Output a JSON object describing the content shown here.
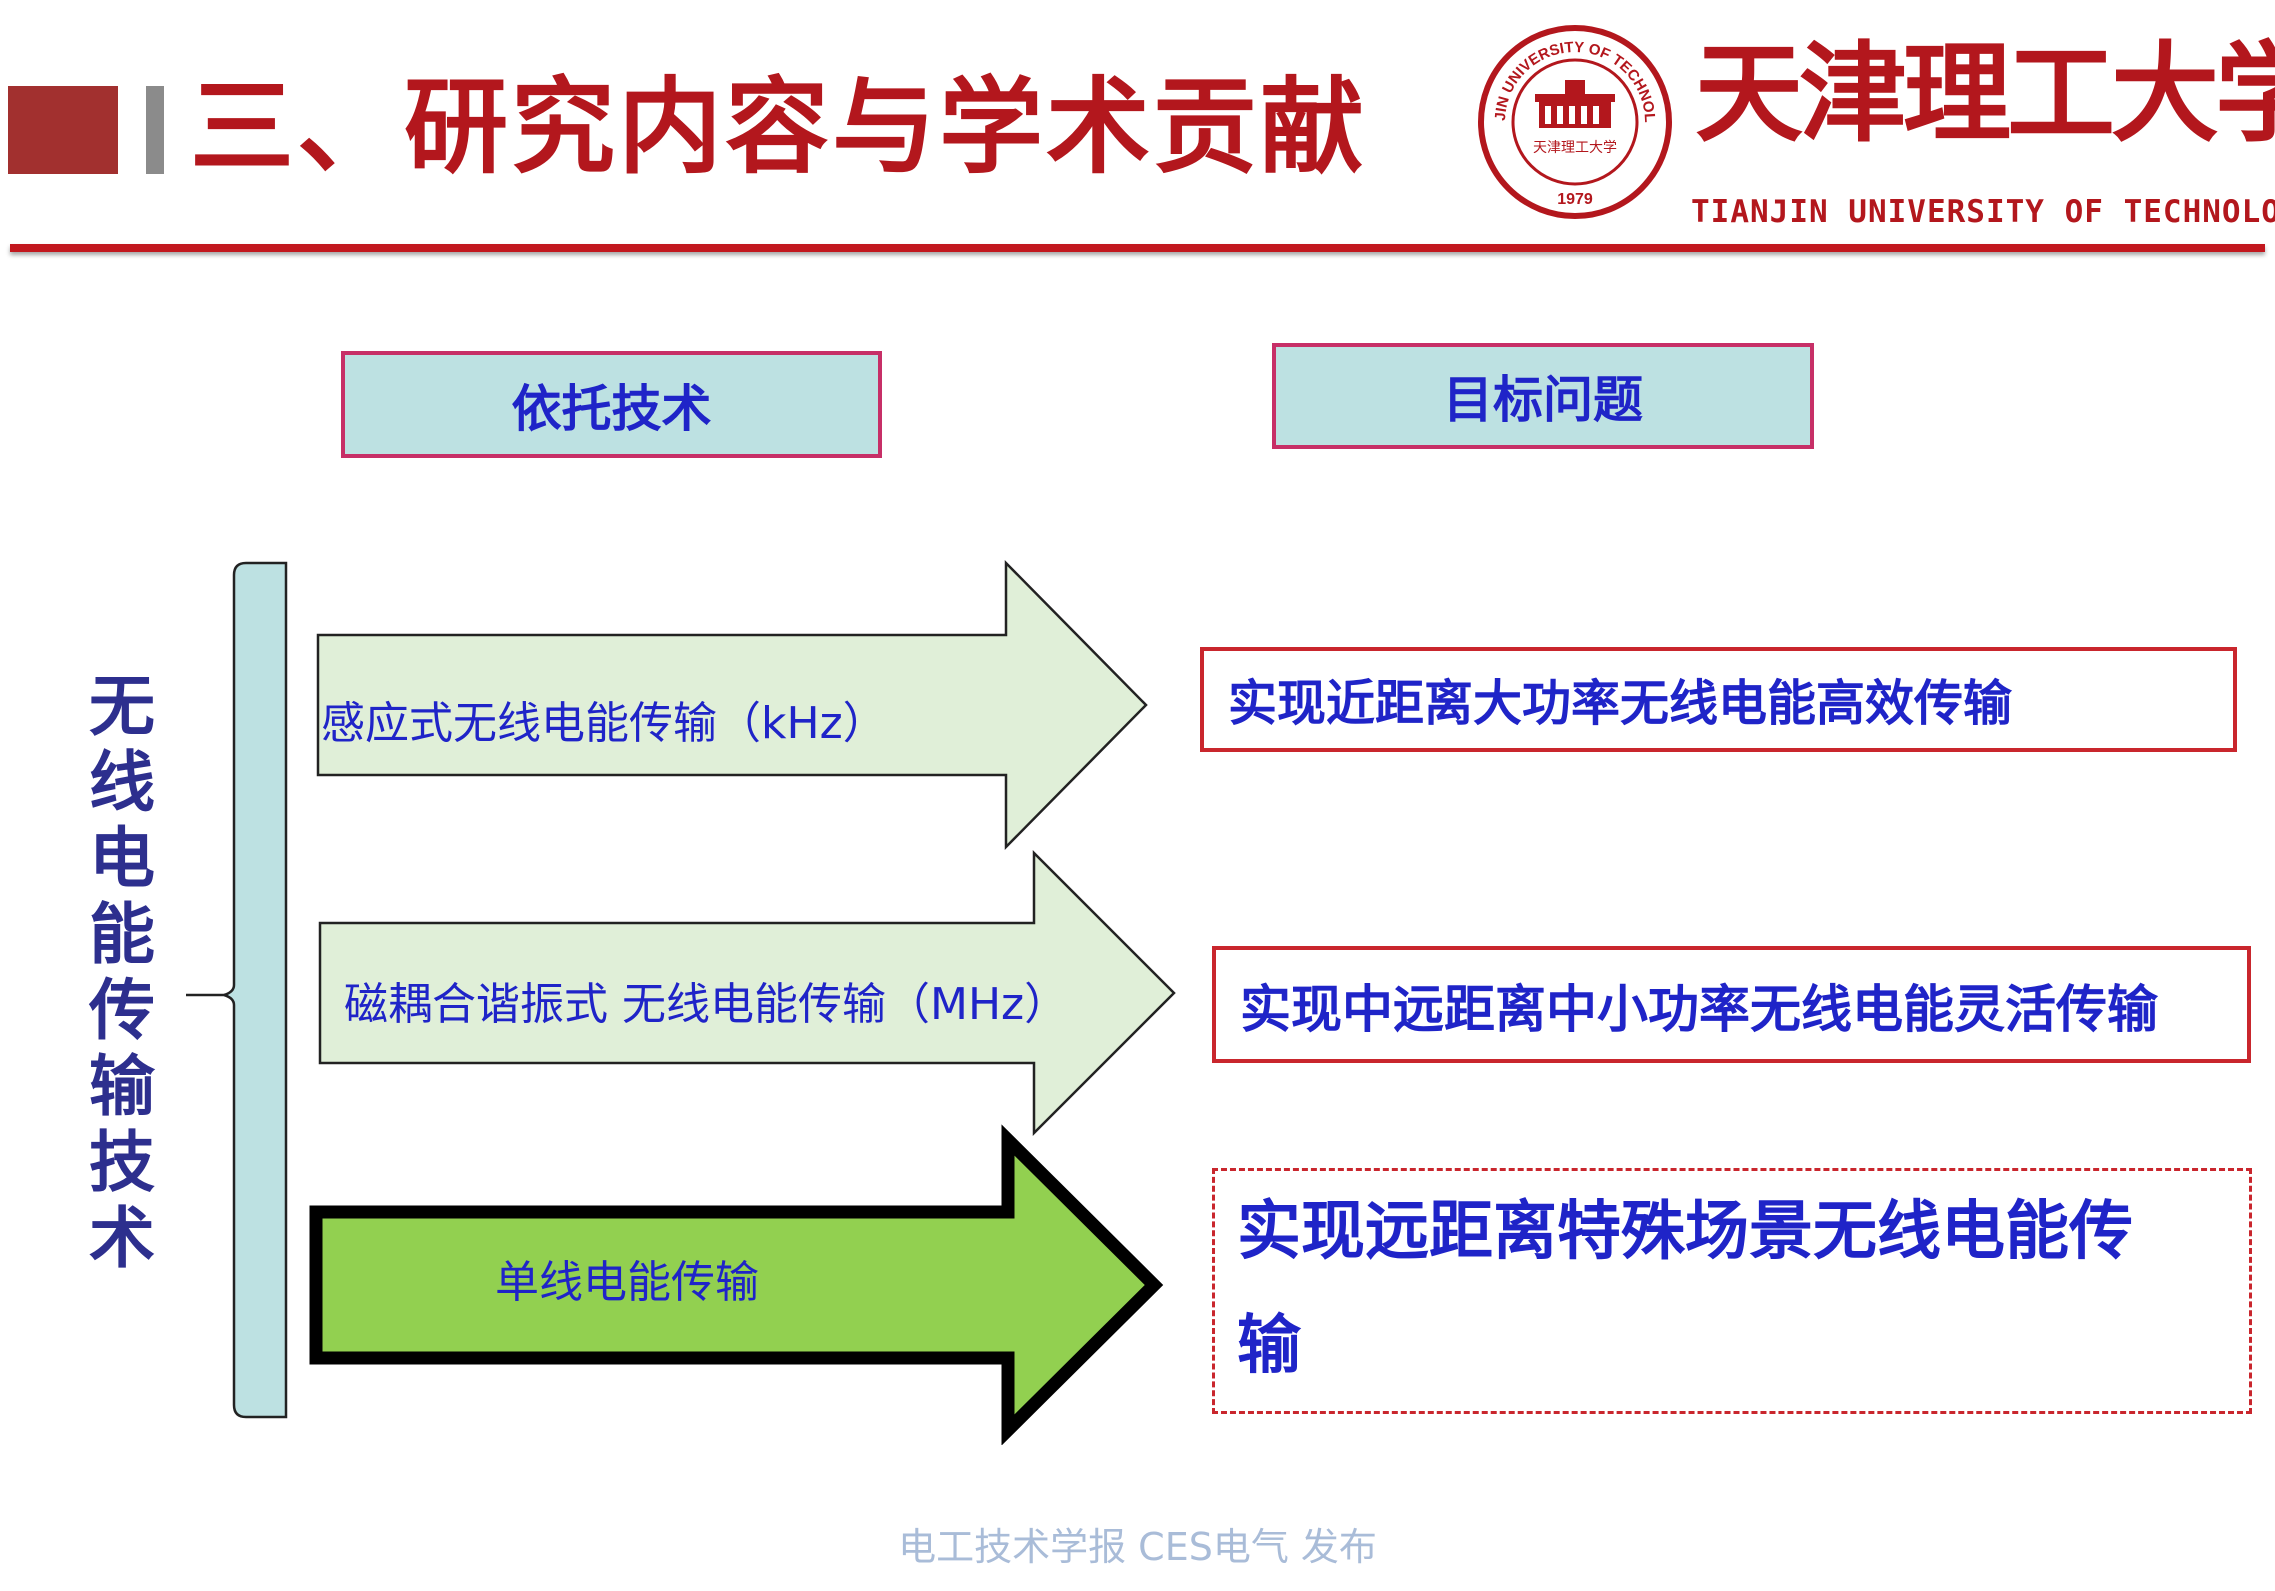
{
  "header": {
    "title": "三、研究内容与学术贡献",
    "accent_color": "#b3171d",
    "logo": {
      "seal_text": "TIANJIN UNIVERSITY OF TECHNOLOGY",
      "seal_year": "1979",
      "name_cn": "天津理工大学",
      "name_en": "TIANJIN UNIVERSITY OF TECHNOLOGY"
    }
  },
  "columns": {
    "left_header": "依托技术",
    "right_header": "目标问题"
  },
  "bracket_label": "无线电能传输技术",
  "technologies": [
    {
      "label": "感应式无线电能传输（kHz）"
    },
    {
      "label": "磁耦合谐振式 无线电能传输（MHz）"
    },
    {
      "label": "单线电能传输"
    }
  ],
  "targets": [
    {
      "label": "实现近距离大功率无线电能高效传输"
    },
    {
      "label": "实现中远距离中小功率无线电能灵活传输"
    },
    {
      "line1": "实现远距离特殊场景无线电能传",
      "line2": "输"
    }
  ],
  "footer": "电工技术学报 CES电气 发布",
  "colors": {
    "header_fill": "#bde1e2",
    "header_border": "#c72f67",
    "arrow_light": "#e0efd8",
    "arrow_green": "#92d050",
    "target_border": "#c9262d",
    "text_blue": "#1f24c8"
  }
}
